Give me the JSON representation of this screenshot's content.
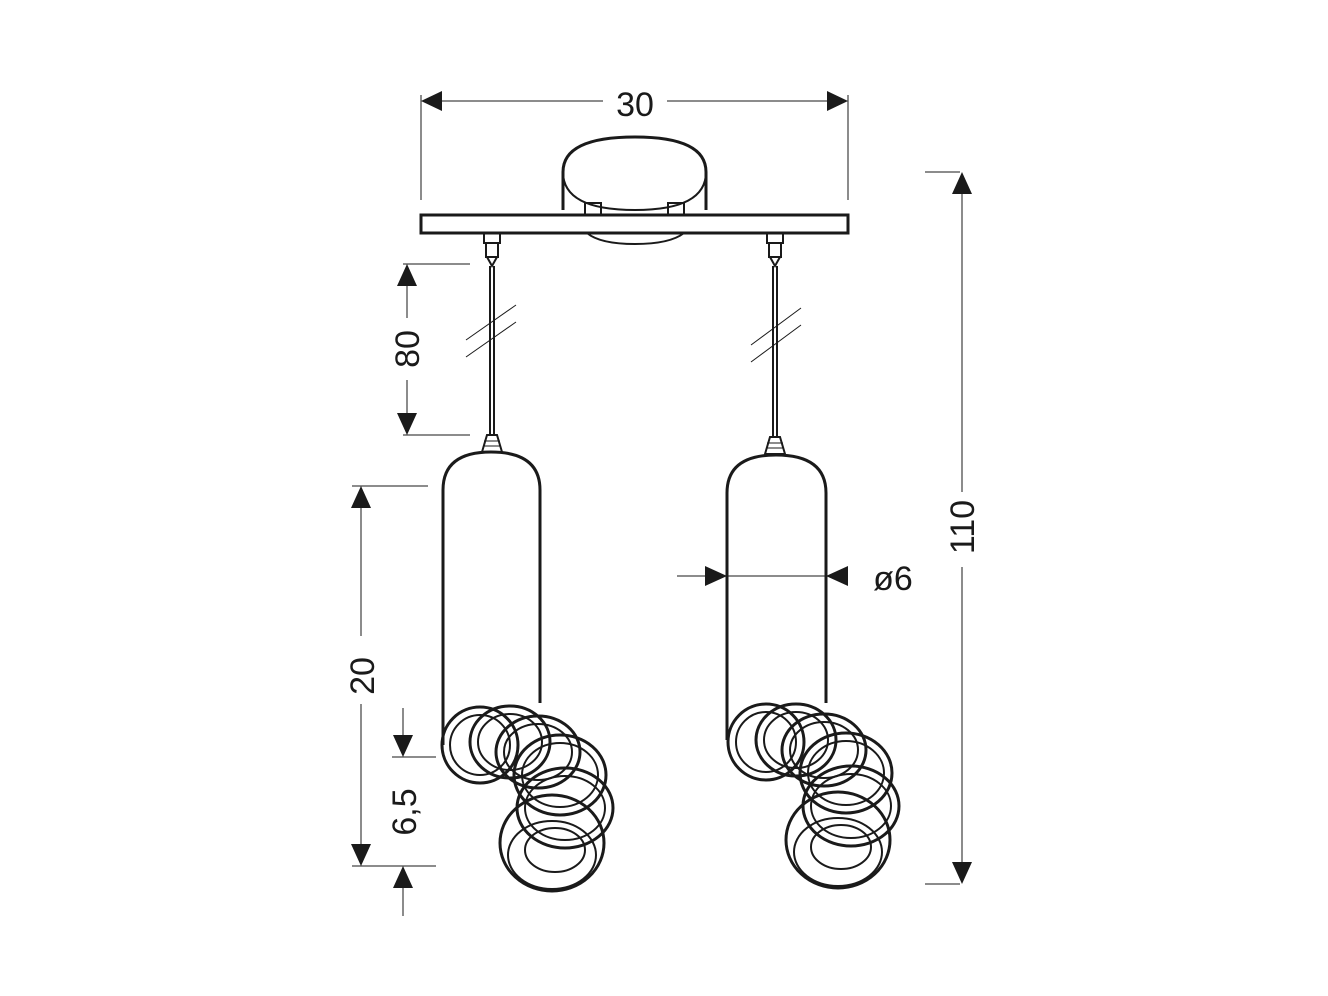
{
  "dimensions": {
    "width_total": "30",
    "cable_length": "80",
    "total_height": "110",
    "shade_height": "20",
    "ring_height": "6,5",
    "diameter": "ø6"
  }
}
